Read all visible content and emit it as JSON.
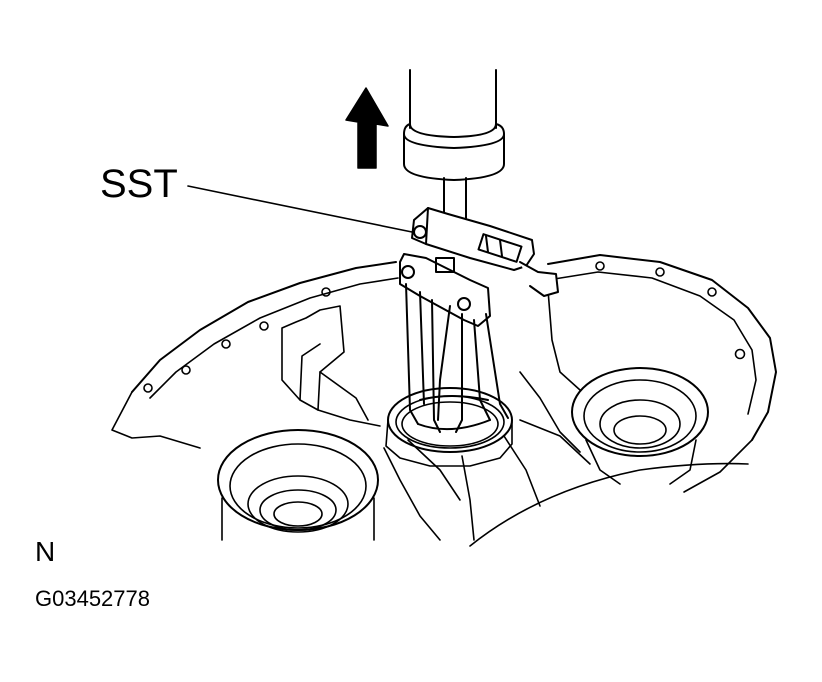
{
  "callouts": {
    "sst": "SST"
  },
  "view_marker": "N",
  "figure_code": "G03452778",
  "colors": {
    "line": "#000000",
    "background": "#ffffff"
  },
  "icons": {
    "lift_direction": "up-arrow-icon"
  }
}
